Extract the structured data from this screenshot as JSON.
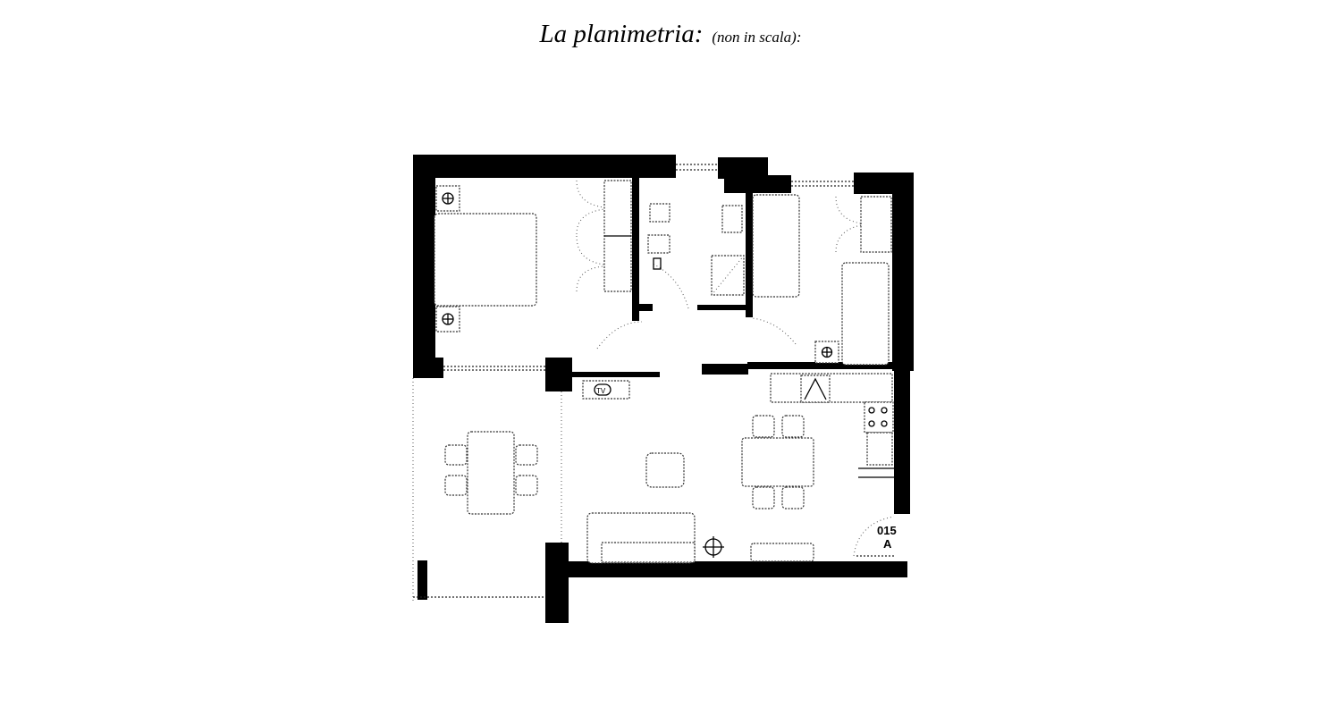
{
  "header": {
    "title": "La planimetria:",
    "subtitle": "(non in scala):"
  },
  "plan": {
    "unit_code": "015",
    "unit_letter": "A",
    "tv_label": "TV",
    "colors": {
      "wall": "#000000",
      "line": "#333333",
      "background": "#ffffff"
    }
  }
}
